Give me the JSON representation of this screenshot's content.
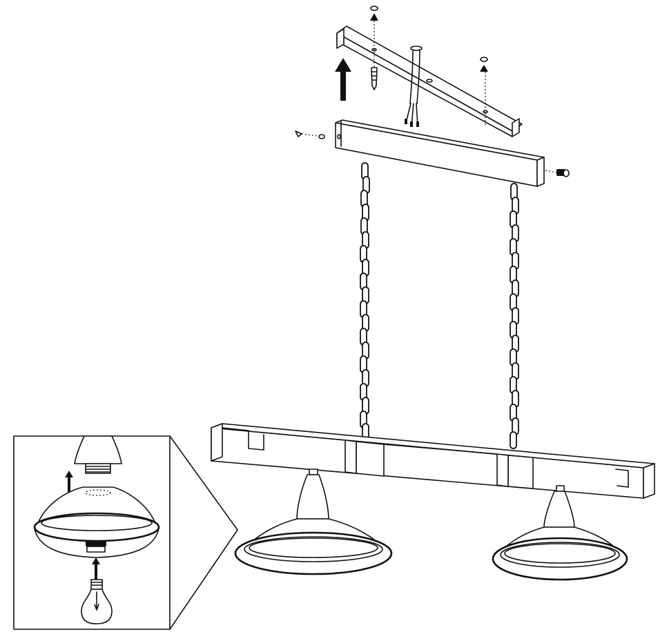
{
  "figure": {
    "kind": "assembly-instruction",
    "colors": {
      "line": "#111111",
      "background": "#ffffff"
    },
    "parts": [
      "ceiling-mounting-bracket",
      "bracket-screws",
      "wall-plugs",
      "supply-cable",
      "ceiling-canopy",
      "canopy-side-screws",
      "suspension-chains",
      "light-beam",
      "pendant-shades",
      "lamp-holder",
      "light-bulb"
    ],
    "inset": {
      "label": "shade-and-bulb-fitting-detail"
    }
  }
}
